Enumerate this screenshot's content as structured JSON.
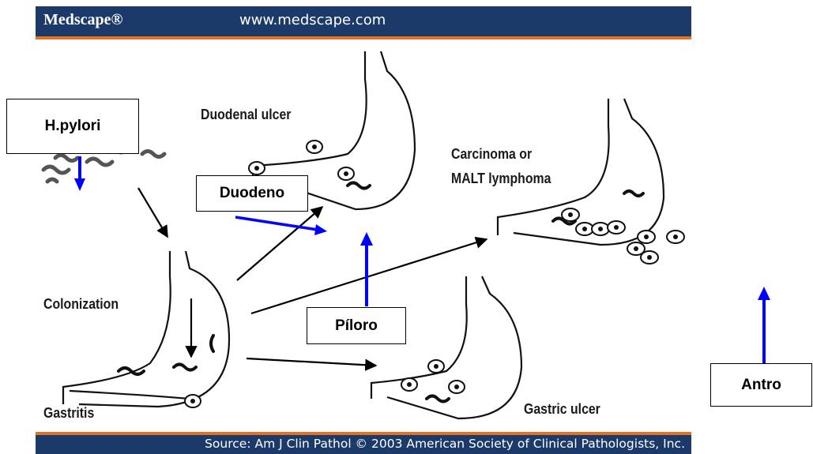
{
  "header": {
    "brand": "Medscape®",
    "url": "www.medscape.com"
  },
  "footer": {
    "source": "Source: Am J Clin Pathol © 2003 American Society of Clinical Pathologists, Inc."
  },
  "diagram": {
    "stages": {
      "colonization": "Colonization",
      "gastritis": "Gastritis",
      "duodenal_ulcer": "Duodenal ulcer",
      "carcinoma_line1": "Carcinoma or",
      "carcinoma_line2": "MALT lymphoma",
      "gastric_ulcer": "Gastric ulcer"
    },
    "annotations": {
      "h_pylori": "H.pylori",
      "duodeno": "Duodeno",
      "piloro": "Píloro",
      "antro": "Antro"
    }
  },
  "colors": {
    "header_bg": "#1b3a69",
    "header_rule": "#e27324",
    "annotation_arrow": "#0000ff"
  }
}
